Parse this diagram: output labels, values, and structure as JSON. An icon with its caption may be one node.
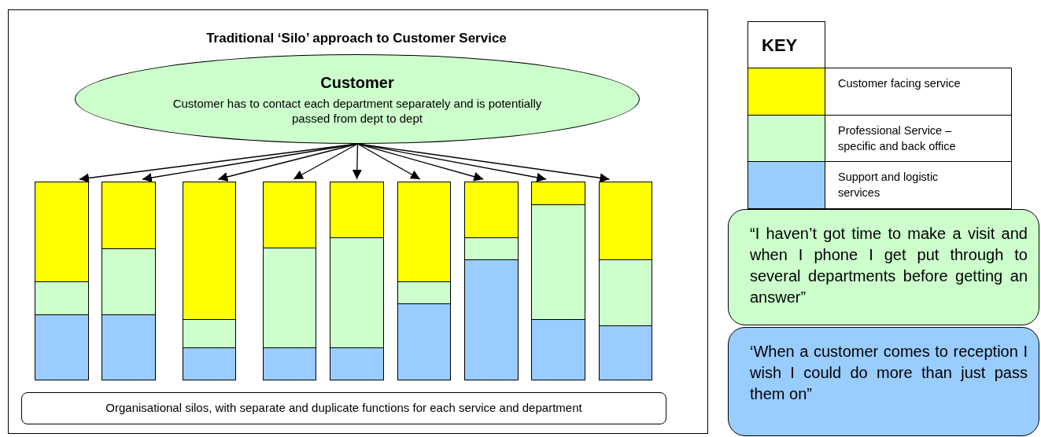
{
  "diagram": {
    "title": "Traditional ‘Silo’ approach to Customer Service",
    "nodes": [
      {
        "text": [
          "Customer",
          "Customer has to contact each department separately and is potentially passed from dept to dept"
        ]
      },
      {
        "text": [],
        "shape": "bar"
      },
      {
        "text": [],
        "shape": "bar"
      },
      {
        "text": [],
        "shape": "bar"
      },
      {
        "text": [],
        "shape": "bar"
      },
      {
        "text": [],
        "shape": "bar"
      },
      {
        "text": [],
        "shape": "bar"
      },
      {
        "text": [],
        "shape": "bar"
      },
      {
        "text": [],
        "shape": "bar"
      },
      {
        "text": [],
        "shape": "bar"
      },
      {
        "text": [
          "Organisational silos, with separate and duplicate functions for each service and department"
        ]
      },
      {
        "text": [
          "“I haven’t got time to make a visit and when I phone I get put through to several departments before getting an answer”"
        ]
      },
      {
        "text": [
          "‘When a customer comes to reception I wish I could do more than just pass them on”"
        ]
      }
    ],
    "edges": [
      {
        "from": 0,
        "to": 1,
        "arrow": "to"
      },
      {
        "from": 0,
        "to": 2,
        "arrow": "to"
      },
      {
        "from": 0,
        "to": 3,
        "arrow": "to"
      },
      {
        "from": 0,
        "to": 4,
        "arrow": "to"
      },
      {
        "from": 0,
        "to": 5,
        "arrow": "to"
      },
      {
        "from": 0,
        "to": 6,
        "arrow": "to"
      },
      {
        "from": 0,
        "to": 7,
        "arrow": "to"
      },
      {
        "from": 0,
        "to": 8,
        "arrow": "to"
      },
      {
        "from": 0,
        "to": 9,
        "arrow": "to"
      }
    ],
    "labels": [
      "KEY"
    ],
    "legend": [
      {
        "text": "Customer facing service",
        "color": "#ffff00"
      },
      {
        "text": "Professional Service – specific and back office",
        "color": "#ccffcc"
      },
      {
        "text": "Support and logistic services",
        "color": "#99ccff"
      }
    ]
  }
}
